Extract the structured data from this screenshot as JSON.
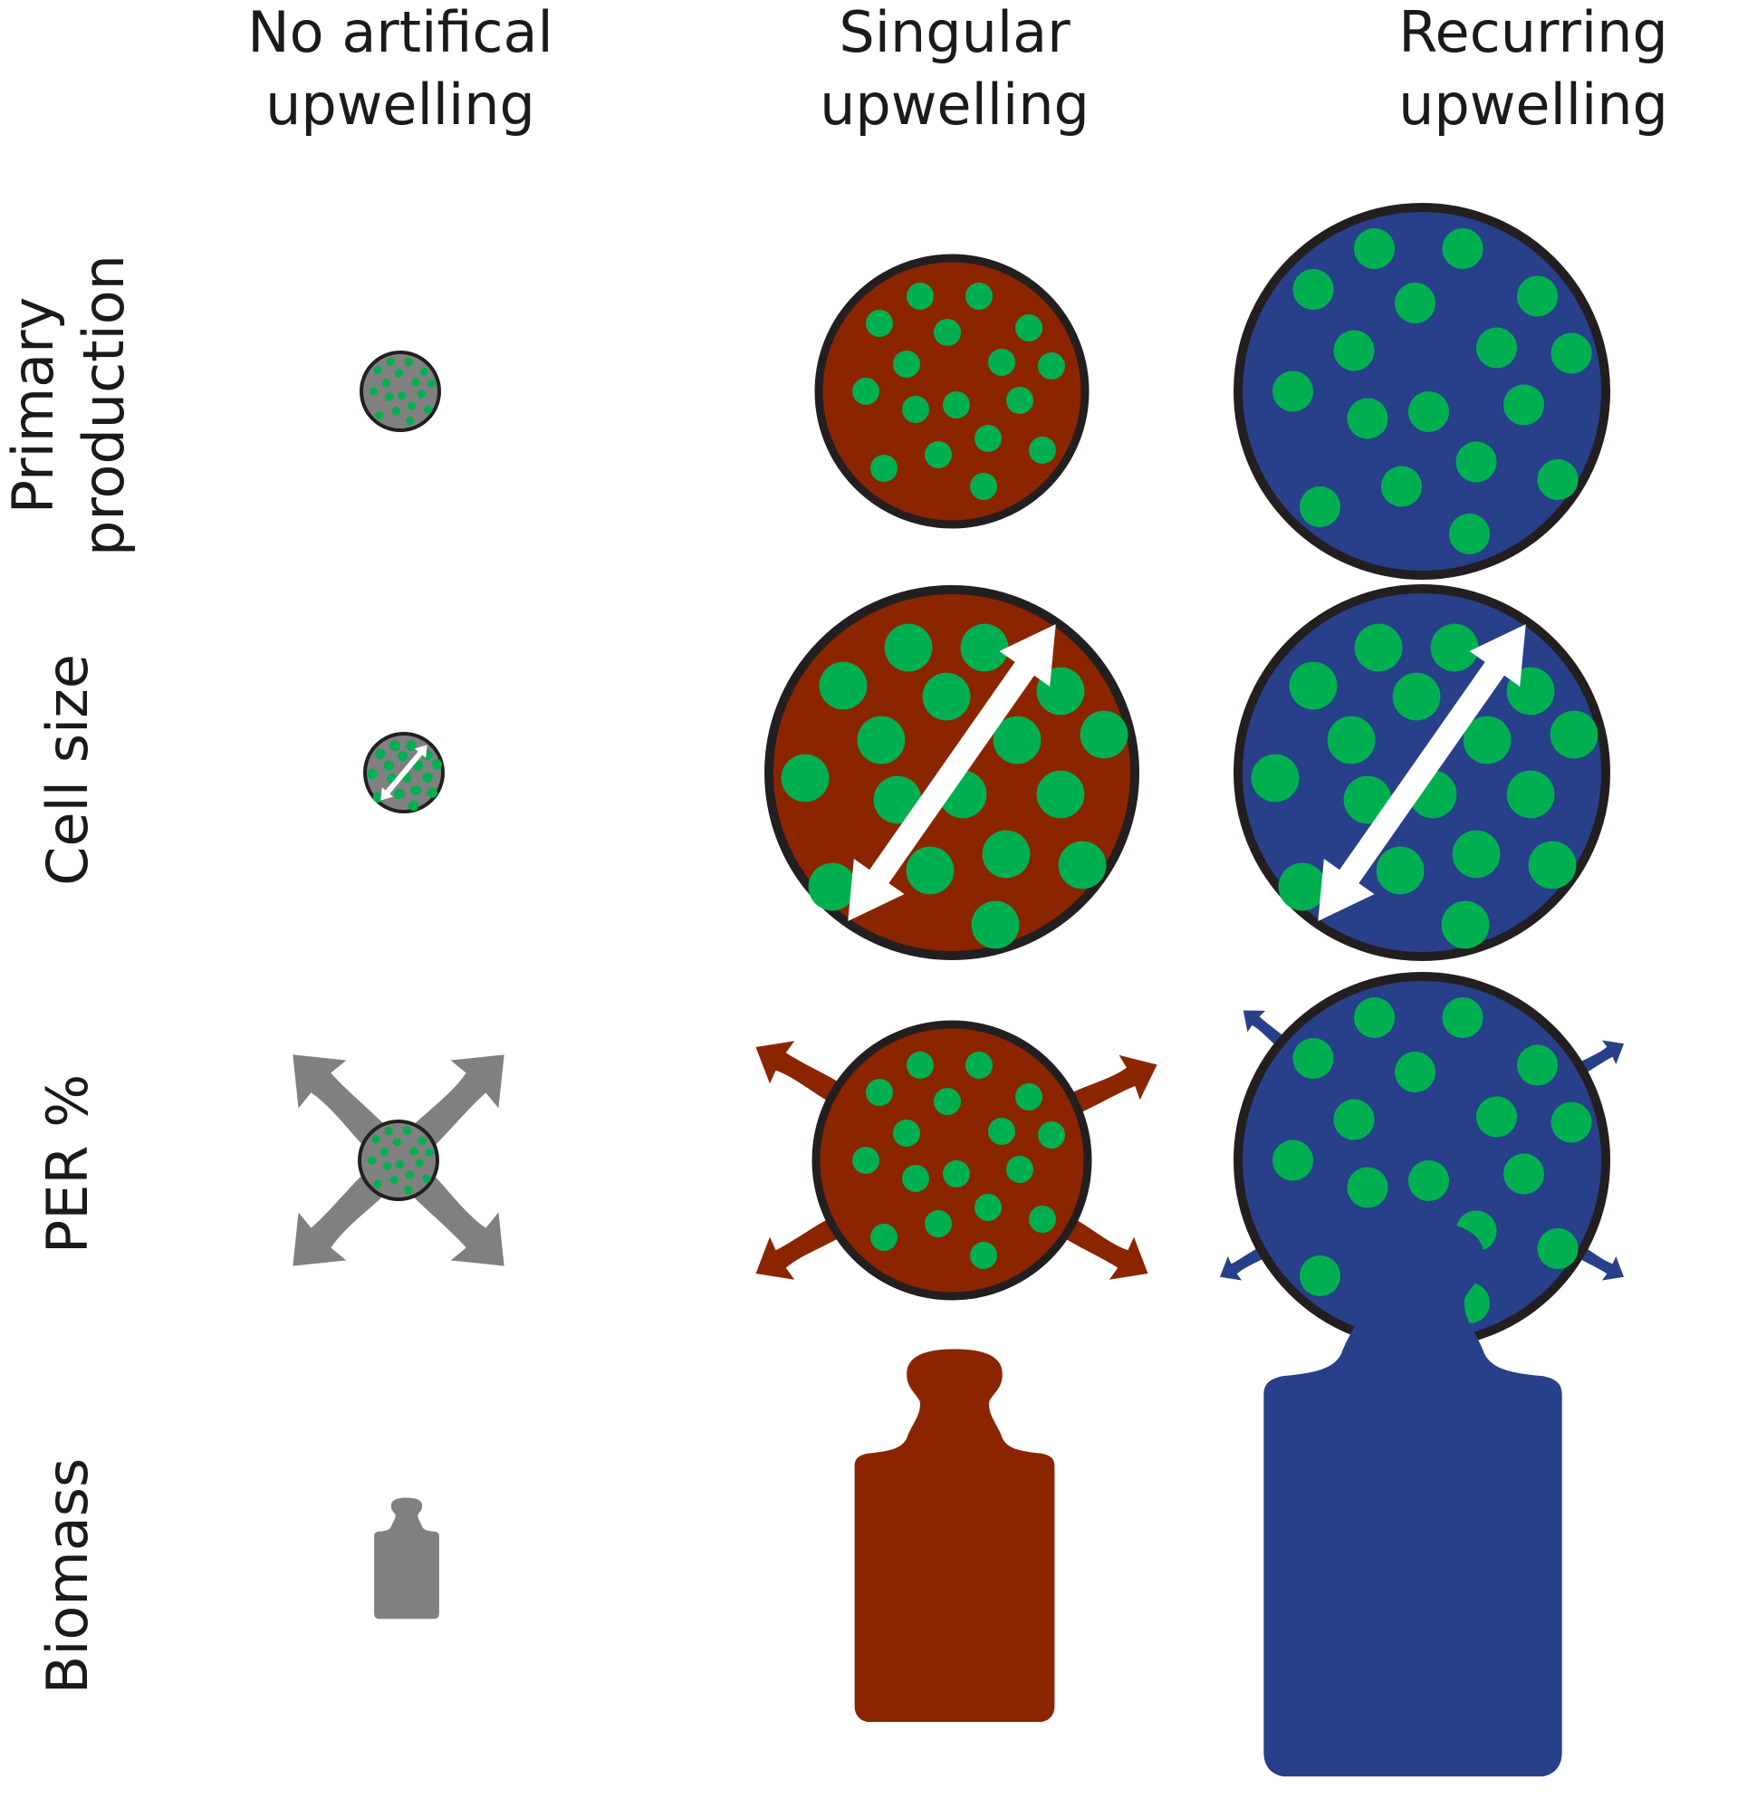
{
  "columns": [
    {
      "line1": "No artifical",
      "line2": "upwelling"
    },
    {
      "line1": "Singular",
      "line2": "upwelling"
    },
    {
      "line1": "Recurring",
      "line2": "upwelling"
    }
  ],
  "rows": {
    "primary_production": {
      "line1": "Primary",
      "line2": "production"
    },
    "cell_size": {
      "line1": "Cell size"
    },
    "per": {
      "line1": "PER %"
    },
    "biomass": {
      "line1": "Biomass"
    }
  },
  "colors": {
    "no_upwelling": "#808080",
    "singular": "#8b2500",
    "recurring": "#283f8a",
    "cells": "#00b050",
    "outline": "#231f20",
    "arrow_white": "#ffffff"
  },
  "icons": [
    "cell-circle-icon",
    "double-arrow-icon",
    "exudation-arrow-icon",
    "weight-icon"
  ]
}
